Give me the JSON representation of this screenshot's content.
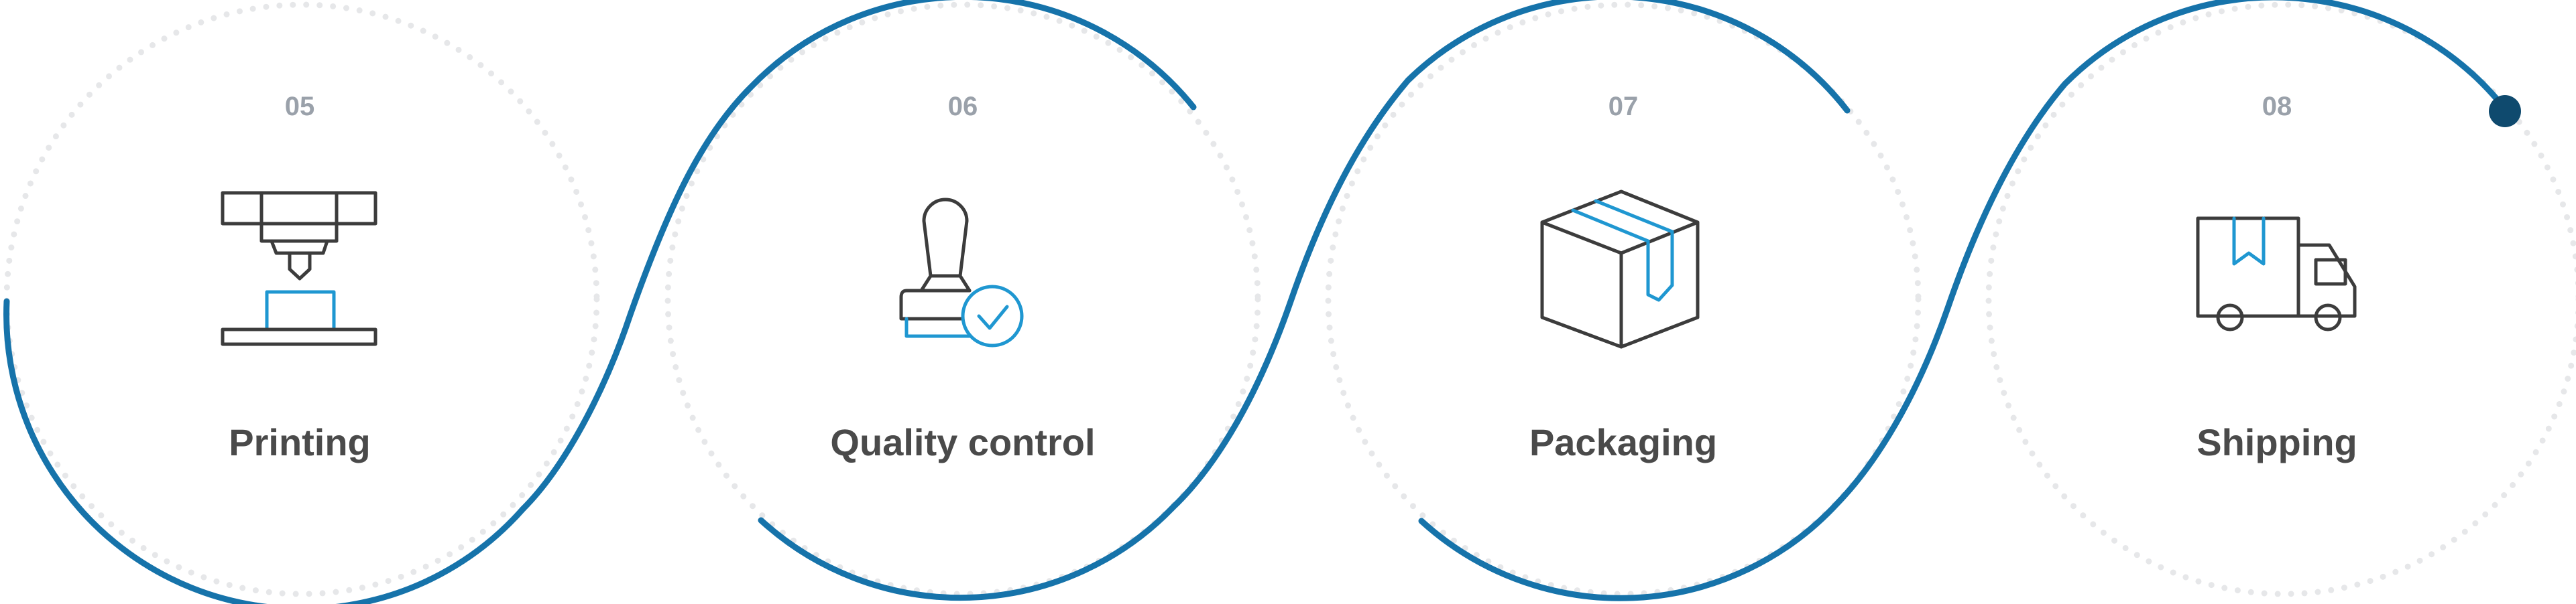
{
  "colors": {
    "path": "#1673aa",
    "end_dot": "#0f4a6e",
    "ring_dots": "#e6e7e9",
    "icon_dark": "#3c3c3c",
    "icon_blue": "#1f97d1",
    "number": "#9aa1aa",
    "label": "#4a4a4a"
  },
  "steps": [
    {
      "number": "05",
      "label": "Printing",
      "icon": "3d-printer-icon"
    },
    {
      "number": "06",
      "label": "Quality control",
      "icon": "stamp-check-icon"
    },
    {
      "number": "07",
      "label": "Packaging",
      "icon": "package-box-icon"
    },
    {
      "number": "08",
      "label": "Shipping",
      "icon": "delivery-truck-icon"
    }
  ]
}
